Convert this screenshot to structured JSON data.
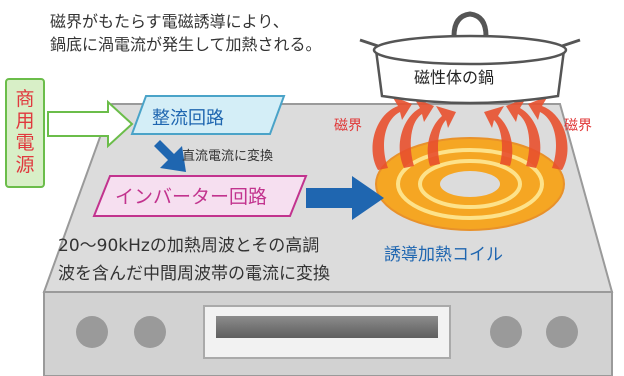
{
  "description": {
    "line1": "磁界がもたらす電磁誘導により、",
    "line2": "鍋底に渦電流が発生して加熱される。"
  },
  "power_source": {
    "label": "商用電源"
  },
  "rectifier": {
    "label": "整流回路"
  },
  "dc_conversion": {
    "label": "直流電流に変換"
  },
  "inverter": {
    "label": "インバーター回路",
    "desc_line1": "20～90kHzの加熱周波とその高調",
    "desc_line2": "波を含んだ中間周波帯の電流に変換"
  },
  "coil": {
    "label": "誘導加熱コイル"
  },
  "pot": {
    "label": "磁性体の鍋"
  },
  "magnetic_field": {
    "left": "磁界",
    "right": "磁界"
  },
  "colors": {
    "cooktop_top": "#d9d9d9",
    "cooktop_front": "#cfcfcf",
    "rectifier_box": "#d4eef7",
    "inverter_box": "#f6dff0",
    "power_box": "#d8efc7",
    "arrow_blue": "#1f66b0",
    "field_red": "#e8502d",
    "coil_orange": "#f5a623"
  }
}
